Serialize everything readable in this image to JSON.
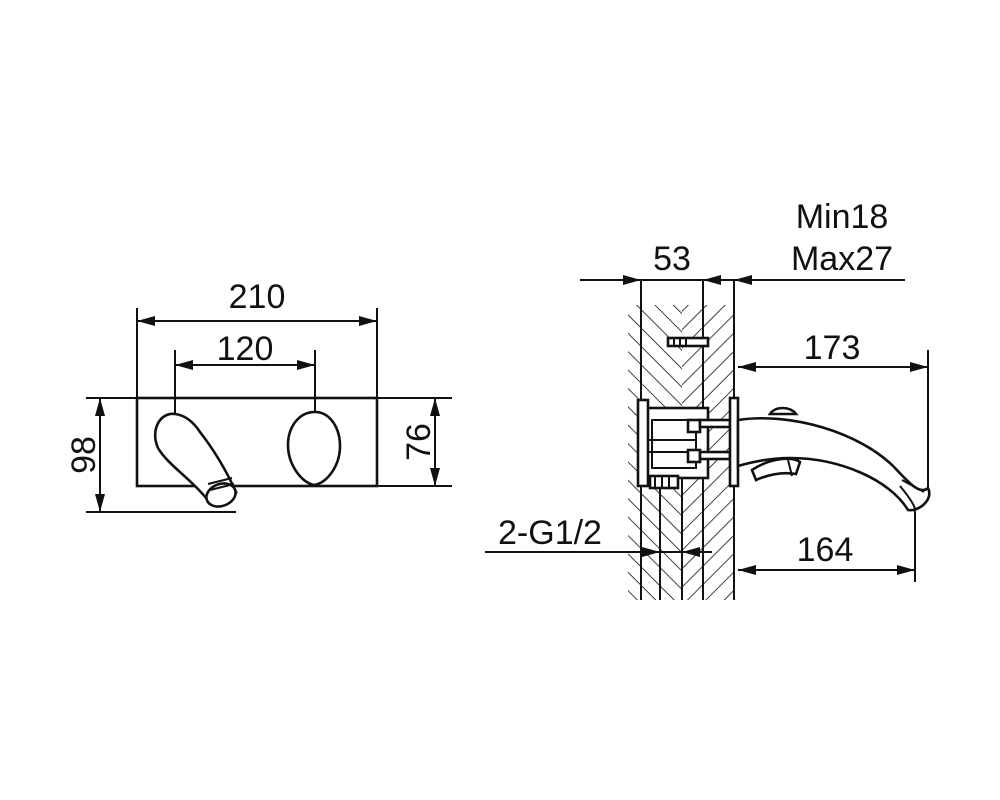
{
  "front_view": {
    "overall_width": "210",
    "handle_spacing": "120",
    "overall_height": "98",
    "plate_height": "76"
  },
  "side_view": {
    "wall_thickness": "53",
    "plate_depth_min": "Min18",
    "plate_depth_max": "Max27",
    "spout_reach": "173",
    "spout_outlet": "164",
    "inlet_thread": "2-G1/2"
  }
}
